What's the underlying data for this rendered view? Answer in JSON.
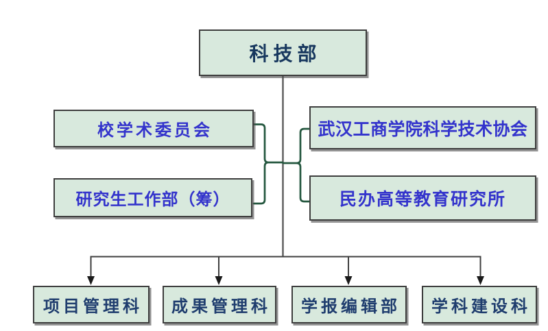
{
  "org_chart": {
    "root": {
      "label": "科技部"
    },
    "left_branches": [
      {
        "label": "校学术委员会"
      },
      {
        "label": "研究生工作部（筹）"
      }
    ],
    "right_branches": [
      {
        "label": "武汉工商学院科学技术协会"
      },
      {
        "label": "民办高等教育研究所"
      }
    ],
    "sub_departments": [
      {
        "label": "项目管理科"
      },
      {
        "label": "成果管理科"
      },
      {
        "label": "学报编辑部"
      },
      {
        "label": "学科建设科"
      }
    ],
    "colors": {
      "box_fill": "#d8e9dd",
      "box_border": "#3d3d3d",
      "node_shadow": "rgba(75,75,75,0.6)",
      "root_text": "#17375e",
      "branch_text": "#3333cc",
      "dept_text": "#1f3d6e",
      "bracket_line": "#24573f",
      "hub_line": "#5a5a5a",
      "arrow_line": "#3f3f3f",
      "arrowhead": "#1a1a1a"
    }
  }
}
